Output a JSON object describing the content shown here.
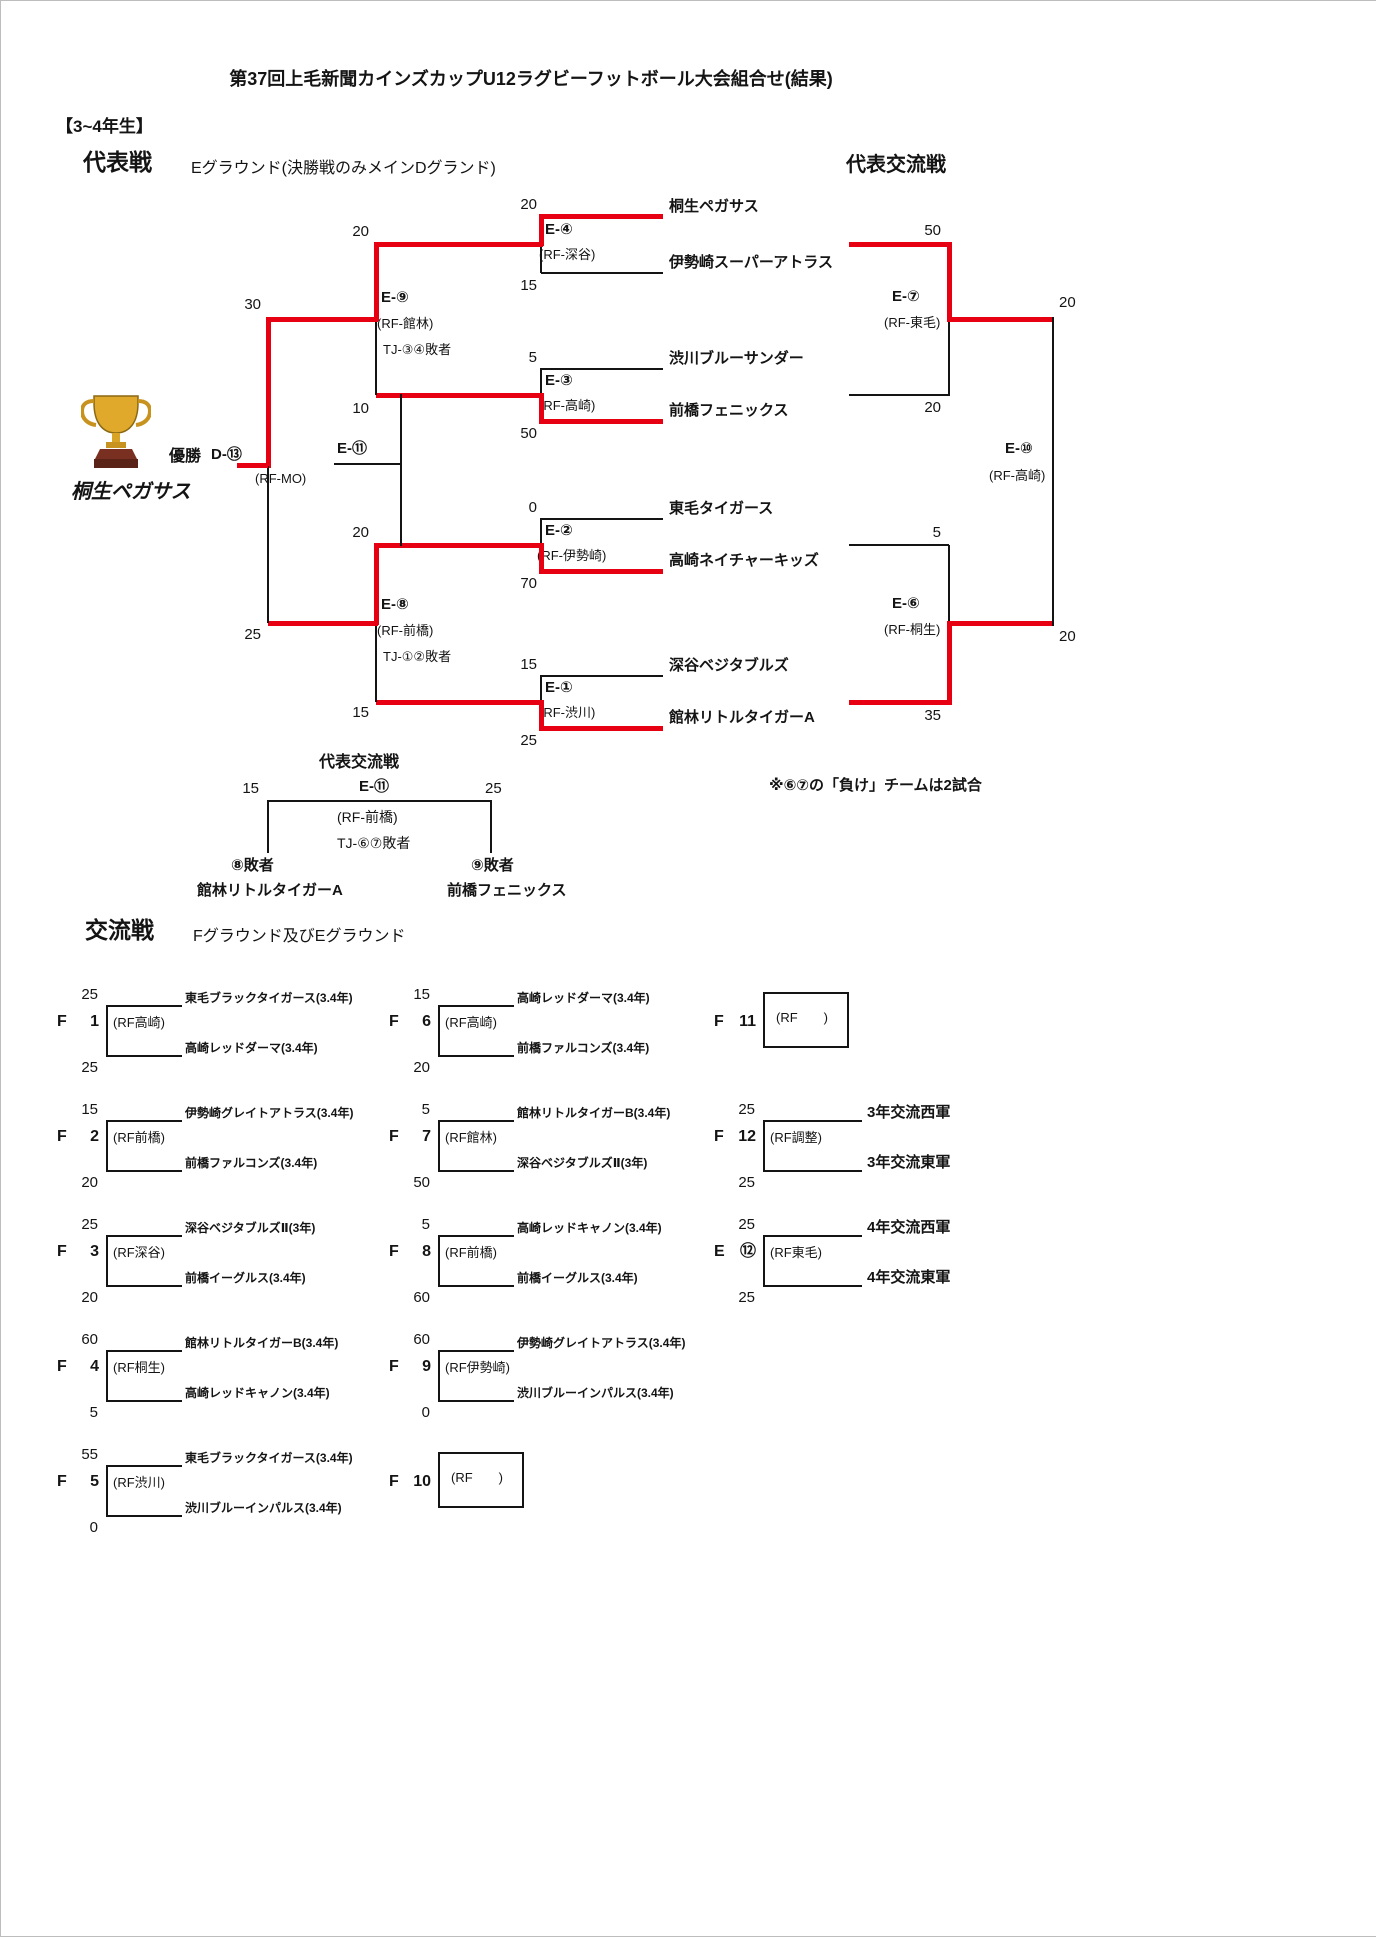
{
  "colors": {
    "winner": "#e60012"
  },
  "header": {
    "title": "第37回上毛新聞カインズカップU12ラグビーフットボール大会組合せ(結果)",
    "grade": "【3~4年生】"
  },
  "rep": {
    "heading": "代表戦",
    "venue": "Eグラウンド(決勝戦のみメインDグランド)",
    "exchange_heading": "代表交流戦",
    "note": "※⑥⑦の「負け」チームは2試合"
  },
  "champion": {
    "label": "優勝",
    "name": "桐生ペガサス"
  },
  "bracket": {
    "teams": [
      {
        "name": "桐生ペガサス",
        "score": "20"
      },
      {
        "name": "伊勢崎スーパーアトラス",
        "score": "15"
      },
      {
        "name": "渋川ブルーサンダー",
        "score": "5"
      },
      {
        "name": "前橋フェニックス",
        "score": "50"
      },
      {
        "name": "東毛タイガース",
        "score": "0"
      },
      {
        "name": "高崎ネイチャーキッズ",
        "score": "70"
      },
      {
        "name": "深谷ベジタブルズ",
        "score": "15"
      },
      {
        "name": "館林リトルタイガーA",
        "score": "25"
      }
    ],
    "round1": [
      {
        "label": "E-④",
        "rf": "(RF-深谷)"
      },
      {
        "label": "E-③",
        "rf": "(RF-高崎)"
      },
      {
        "label": "E-②",
        "rf": "(RF-伊勢崎)"
      },
      {
        "label": "E-①",
        "rf": "(RF-渋川)"
      }
    ],
    "semi": [
      {
        "label": "E-⑨",
        "rf": "(RF-館林)",
        "note": "TJ-③④敗者",
        "score_top": "20",
        "score_bottom": "10"
      },
      {
        "label": "E-⑧",
        "rf": "(RF-前橋)",
        "note": "TJ-①②敗者",
        "score_top": "20",
        "score_bottom": "15"
      }
    ],
    "final": {
      "label": "D-⑬",
      "rf": "(RF-MO)",
      "score_top": "30",
      "score_bottom": "25"
    },
    "mid_label": "E-⑪"
  },
  "rep_exchange": {
    "e7": {
      "label": "E-⑦",
      "rf": "(RF-東毛)",
      "score_top": "50",
      "score_bottom": "20"
    },
    "e6": {
      "label": "E-⑥",
      "rf": "(RF-桐生)",
      "score_top": "5",
      "score_bottom": "35"
    },
    "e10": {
      "label": "E-⑩",
      "rf": "(RF-高崎)",
      "score_top": "20",
      "score_bottom": "20"
    }
  },
  "consolation": {
    "heading": "代表交流戦",
    "label": "E-⑪",
    "rf": "(RF-前橋)",
    "note": "TJ-⑥⑦敗者",
    "score_left": "15",
    "score_right": "25",
    "left_tag": "⑧敗者",
    "left_team": "館林リトルタイガーA",
    "right_tag": "⑨敗者",
    "right_team": "前橋フェニックス"
  },
  "exchange": {
    "heading": "交流戦",
    "venue": "Fグラウンド及びEグラウンド",
    "matches": [
      {
        "ground": "F",
        "no": "1",
        "rf": "(RF高崎)",
        "top": {
          "name": "東毛ブラックタイガース(3.4年)",
          "score": "25"
        },
        "bottom": {
          "name": "高崎レッドダーマ(3.4年)",
          "score": "25"
        }
      },
      {
        "ground": "F",
        "no": "2",
        "rf": "(RF前橋)",
        "top": {
          "name": "伊勢崎グレイトアトラス(3.4年)",
          "score": "15"
        },
        "bottom": {
          "name": "前橋ファルコンズ(3.4年)",
          "score": "20"
        }
      },
      {
        "ground": "F",
        "no": "3",
        "rf": "(RF深谷)",
        "top": {
          "name": "深谷ベジタブルズⅡ(3年)",
          "score": "25"
        },
        "bottom": {
          "name": "前橋イーグルス(3.4年)",
          "score": "20"
        }
      },
      {
        "ground": "F",
        "no": "4",
        "rf": "(RF桐生)",
        "top": {
          "name": "館林リトルタイガーB(3.4年)",
          "score": "60"
        },
        "bottom": {
          "name": "高崎レッドキャノン(3.4年)",
          "score": "5"
        }
      },
      {
        "ground": "F",
        "no": "5",
        "rf": "(RF渋川)",
        "top": {
          "name": "東毛ブラックタイガース(3.4年)",
          "score": "55"
        },
        "bottom": {
          "name": "渋川ブルーインパルス(3.4年)",
          "score": "0"
        }
      },
      {
        "ground": "F",
        "no": "6",
        "rf": "(RF高崎)",
        "top": {
          "name": "高崎レッドダーマ(3.4年)",
          "score": "15"
        },
        "bottom": {
          "name": "前橋ファルコンズ(3.4年)",
          "score": "20"
        }
      },
      {
        "ground": "F",
        "no": "7",
        "rf": "(RF館林)",
        "top": {
          "name": "館林リトルタイガーB(3.4年)",
          "score": "5"
        },
        "bottom": {
          "name": "深谷ベジタブルズⅡ(3年)",
          "score": "50"
        }
      },
      {
        "ground": "F",
        "no": "8",
        "rf": "(RF前橋)",
        "top": {
          "name": "高崎レッドキャノン(3.4年)",
          "score": "5"
        },
        "bottom": {
          "name": "前橋イーグルス(3.4年)",
          "score": "60"
        }
      },
      {
        "ground": "F",
        "no": "9",
        "rf": "(RF伊勢崎)",
        "top": {
          "name": "伊勢崎グレイトアトラス(3.4年)",
          "score": "60"
        },
        "bottom": {
          "name": "渋川ブルーインパルス(3.4年)",
          "score": "0"
        }
      },
      {
        "ground": "F",
        "no": "10",
        "rf": "(RF　　)",
        "empty": true
      },
      {
        "ground": "F",
        "no": "11",
        "rf": "(RF　　)",
        "empty": true
      },
      {
        "ground": "F",
        "no": "12",
        "rf": "(RF調整)",
        "top": {
          "name": "3年交流西軍",
          "score": "25"
        },
        "bottom": {
          "name": "3年交流東軍",
          "score": "25"
        }
      },
      {
        "ground": "E",
        "no": "⑫",
        "rf": "(RF東毛)",
        "top": {
          "name": "4年交流西軍",
          "score": "25"
        },
        "bottom": {
          "name": "4年交流東軍",
          "score": "25"
        }
      }
    ]
  }
}
